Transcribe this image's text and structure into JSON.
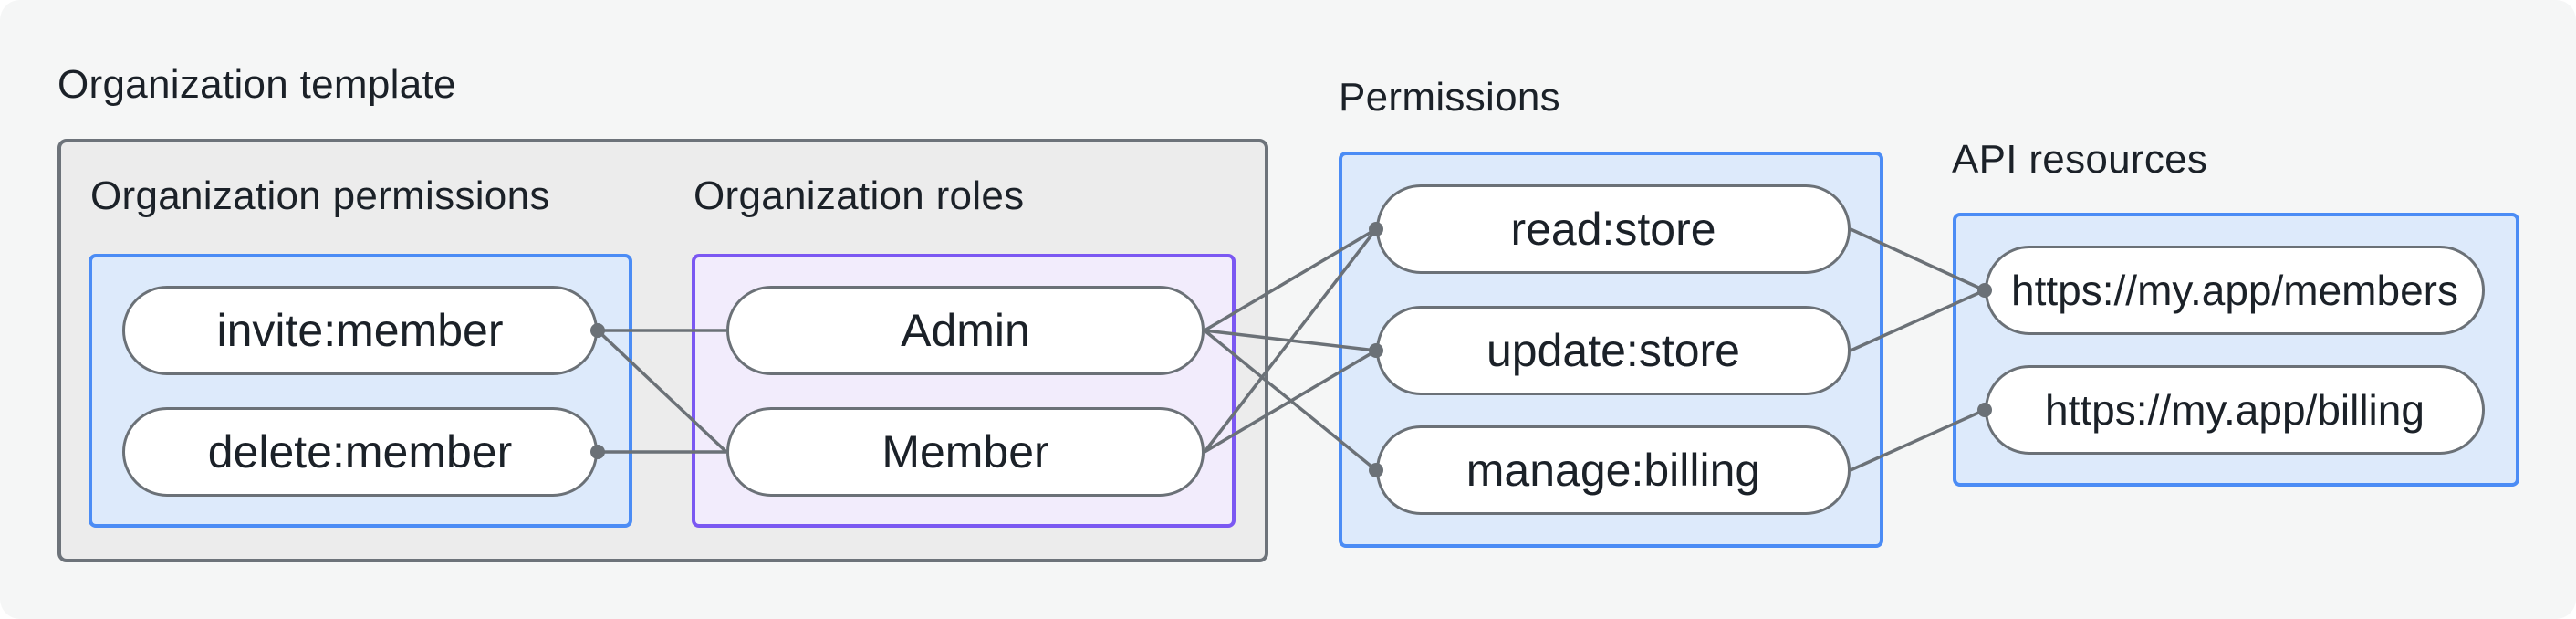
{
  "diagram": {
    "title": "Organization template",
    "groups": [
      {
        "id": "org-permissions",
        "label": "Organization permissions",
        "nodes": [
          {
            "id": "invite",
            "label": "invite:member"
          },
          {
            "id": "delete",
            "label": "delete:member"
          }
        ]
      },
      {
        "id": "org-roles",
        "label": "Organization roles",
        "nodes": [
          {
            "id": "admin",
            "label": "Admin"
          },
          {
            "id": "member",
            "label": "Member"
          }
        ]
      },
      {
        "id": "permissions",
        "label": "Permissions",
        "nodes": [
          {
            "id": "read",
            "label": "read:store"
          },
          {
            "id": "update",
            "label": "update:store"
          },
          {
            "id": "manage",
            "label": "manage:billing"
          }
        ]
      },
      {
        "id": "api-resources",
        "label": "API resources",
        "nodes": [
          {
            "id": "members",
            "label": "https://my.app/members"
          },
          {
            "id": "billing",
            "label": "https://my.app/billing"
          }
        ]
      }
    ],
    "edges": [
      {
        "from": "invite",
        "to": "admin"
      },
      {
        "from": "invite",
        "to": "member"
      },
      {
        "from": "delete",
        "to": "member"
      },
      {
        "from": "admin",
        "to": "read"
      },
      {
        "from": "admin",
        "to": "update"
      },
      {
        "from": "admin",
        "to": "manage"
      },
      {
        "from": "member",
        "to": "read"
      },
      {
        "from": "member",
        "to": "update"
      },
      {
        "from": "read",
        "to": "members"
      },
      {
        "from": "update",
        "to": "members"
      },
      {
        "from": "manage",
        "to": "billing"
      }
    ],
    "dots": {
      "right": [
        "invite",
        "delete"
      ],
      "left": [
        "read",
        "update",
        "manage",
        "members",
        "billing"
      ]
    },
    "colors": {
      "canvas-bg": "#f5f6f6",
      "gray-fill": "#ececec",
      "gray-border": "#6d737a",
      "blue-fill": "#ddeafb",
      "blue-border": "#4b8cf5",
      "purple-fill": "#f2ecfc",
      "purple-border": "#7b58f2",
      "connector": "#6b7177",
      "text": "#1b2128"
    }
  }
}
